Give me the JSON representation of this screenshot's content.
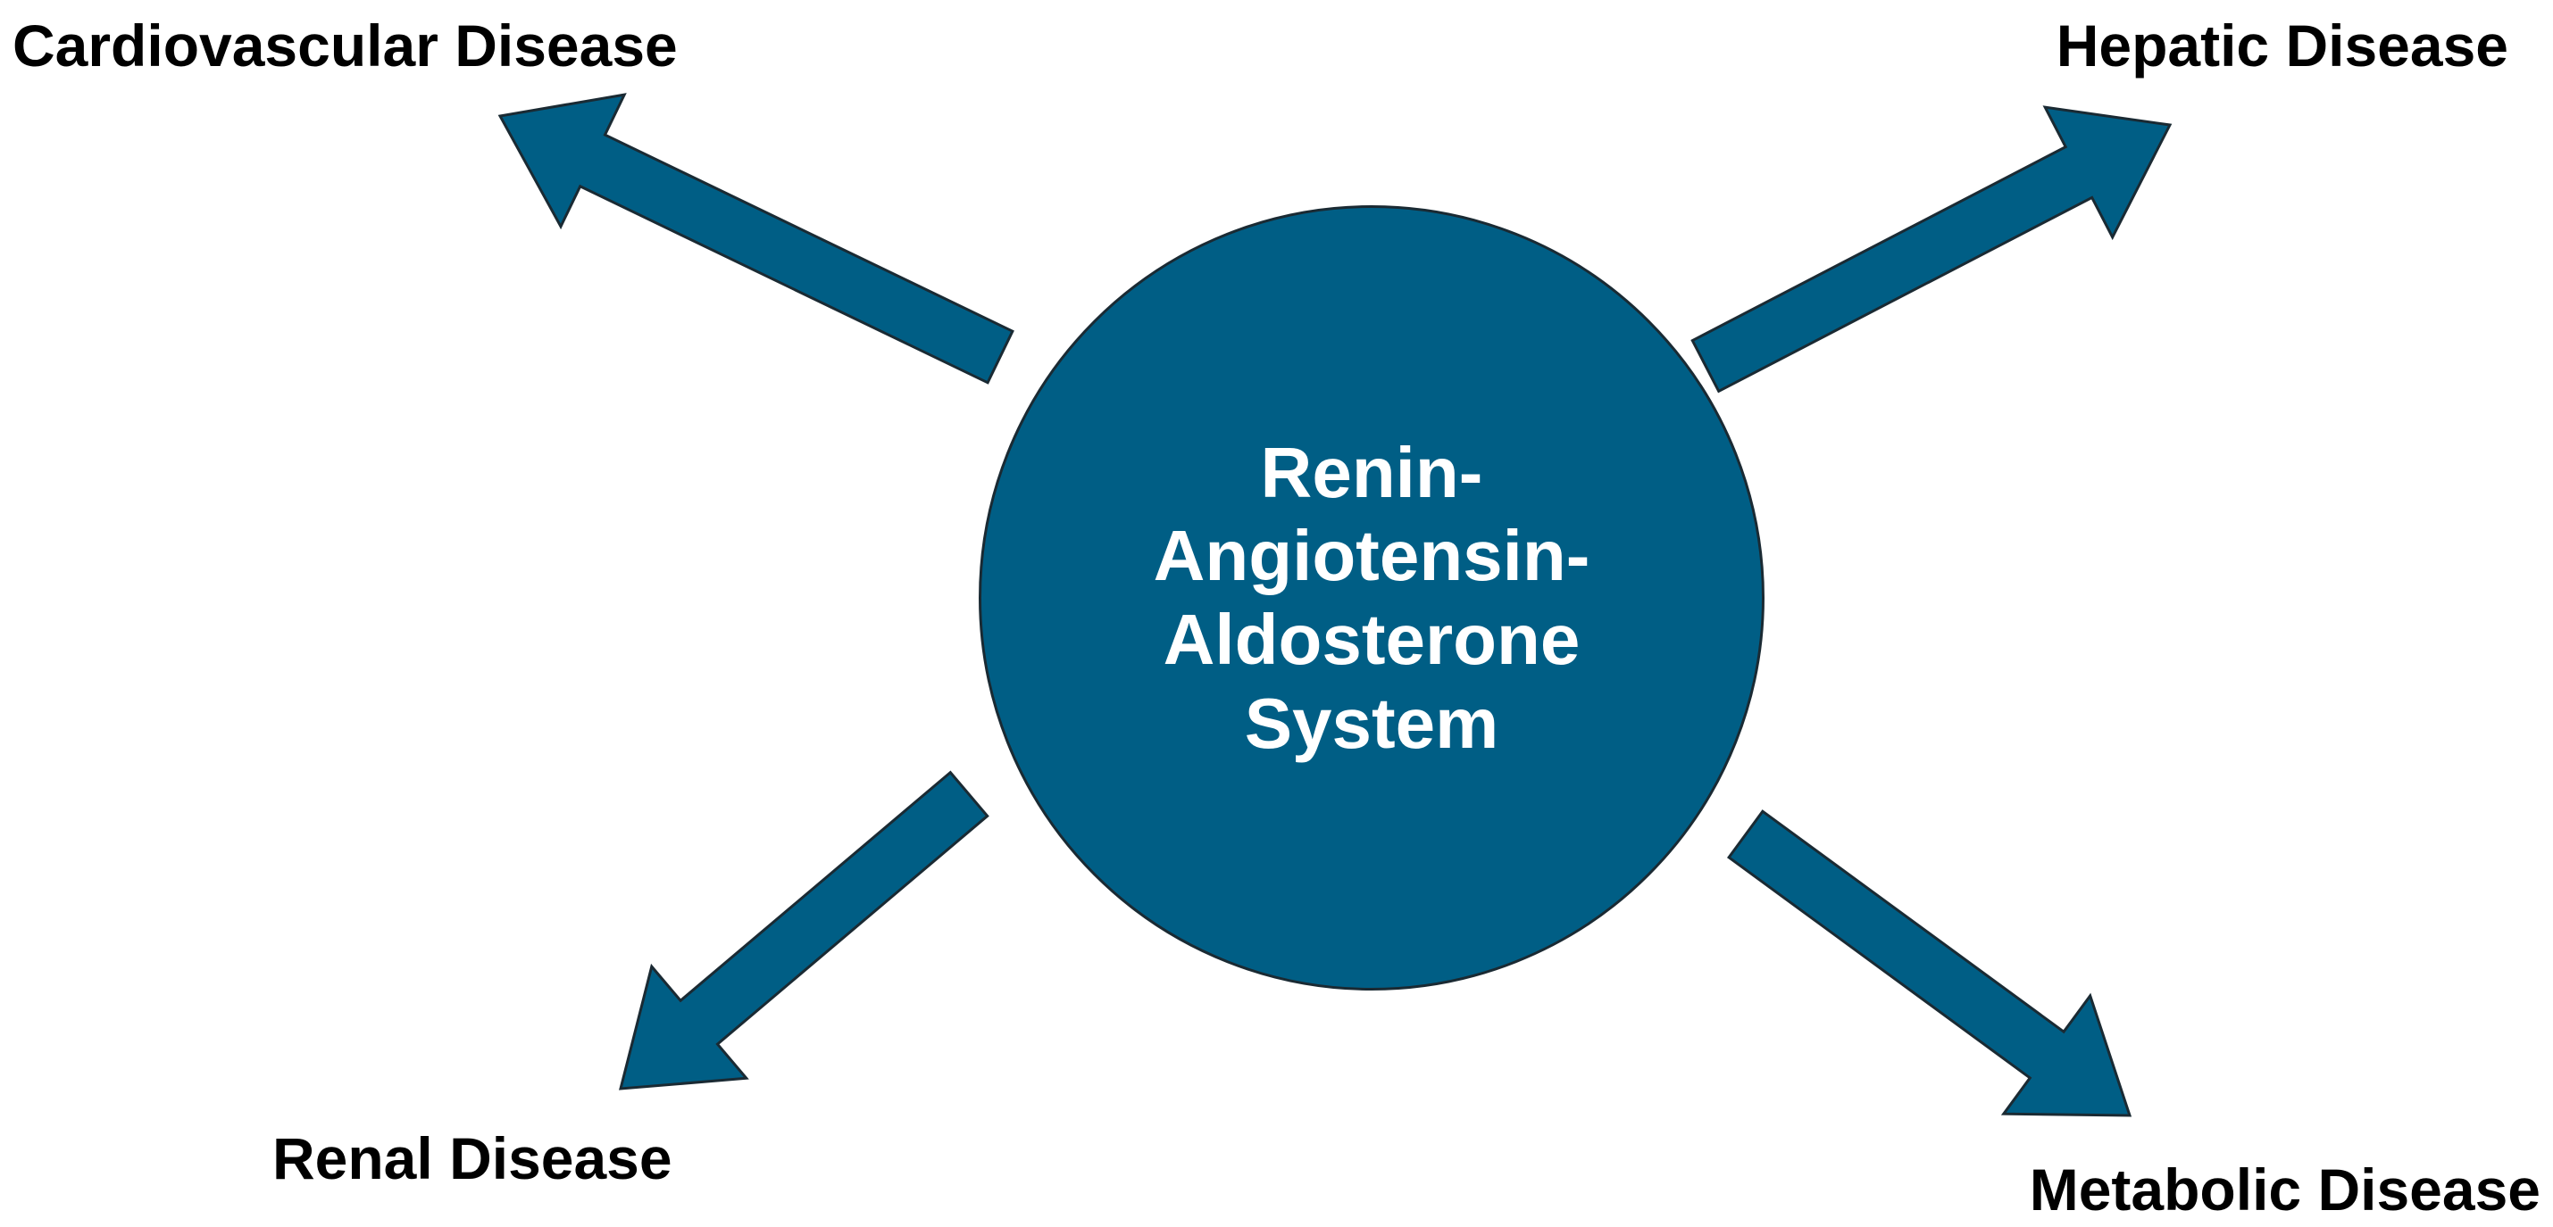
{
  "colors": {
    "fill": "#005e85",
    "outline": "#1a2a33",
    "label": "#000000",
    "center_text": "#ffffff"
  },
  "center": {
    "lines": [
      "Renin-",
      "Angiotensin-",
      "Aldosterone",
      "System"
    ]
  },
  "outcomes": {
    "cardiovascular": "Cardiovascular Disease",
    "hepatic": "Hepatic Disease",
    "renal": "Renal Disease",
    "metabolic": "Metabolic Disease"
  }
}
